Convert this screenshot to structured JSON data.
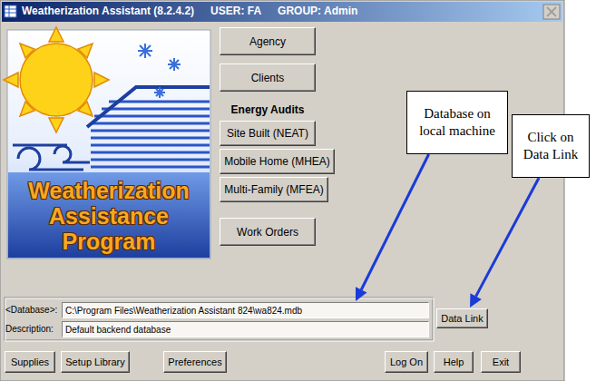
{
  "diagram": {
    "nodes": [
      {
        "text": [
          "Weatherization Assistant (8.2.4.2)",
          "USER: FA",
          "GROUP: Admin"
        ]
      },
      {
        "text": [
          "Agency"
        ],
        "in": 0
      },
      {
        "text": [
          "Clients"
        ],
        "in": 0
      },
      {
        "text": [
          "Site Built (NEAT)"
        ],
        "in": 0
      },
      {
        "text": [
          "Mobile Home (MHEA)"
        ],
        "in": 0
      },
      {
        "text": [
          "Multi-Family (MFEA)"
        ],
        "in": 0
      },
      {
        "text": [
          "Work Orders"
        ],
        "in": 0
      },
      {
        "text": [
          "C:\\Program Files\\Weatherization Assistant 824\\wa824.mdb"
        ],
        "in": 0
      },
      {
        "text": [
          "Default backend database"
        ],
        "in": 0
      },
      {
        "text": [
          "Data Link"
        ],
        "in": 0
      },
      {
        "text": [
          "Supplies"
        ],
        "in": 0
      },
      {
        "text": [
          "Setup Library"
        ],
        "in": 0
      },
      {
        "text": [
          "Preferences"
        ],
        "in": 0
      },
      {
        "text": [
          "Log On"
        ],
        "in": 0
      },
      {
        "text": [
          "Help"
        ],
        "in": 0
      },
      {
        "text": [
          "Exit"
        ],
        "in": 0
      },
      {
        "text": [
          "Database on local machine"
        ]
      },
      {
        "text": [
          "Click on Data Link"
        ]
      }
    ],
    "edges": [
      {
        "from": 16,
        "to": 7,
        "arrow": "to"
      },
      {
        "from": 17,
        "to": 9,
        "arrow": "to"
      }
    ],
    "labels": [
      "Energy Audits",
      "<Database>:",
      "Description:",
      "Weatherization",
      "Assistance",
      "Program"
    ]
  }
}
